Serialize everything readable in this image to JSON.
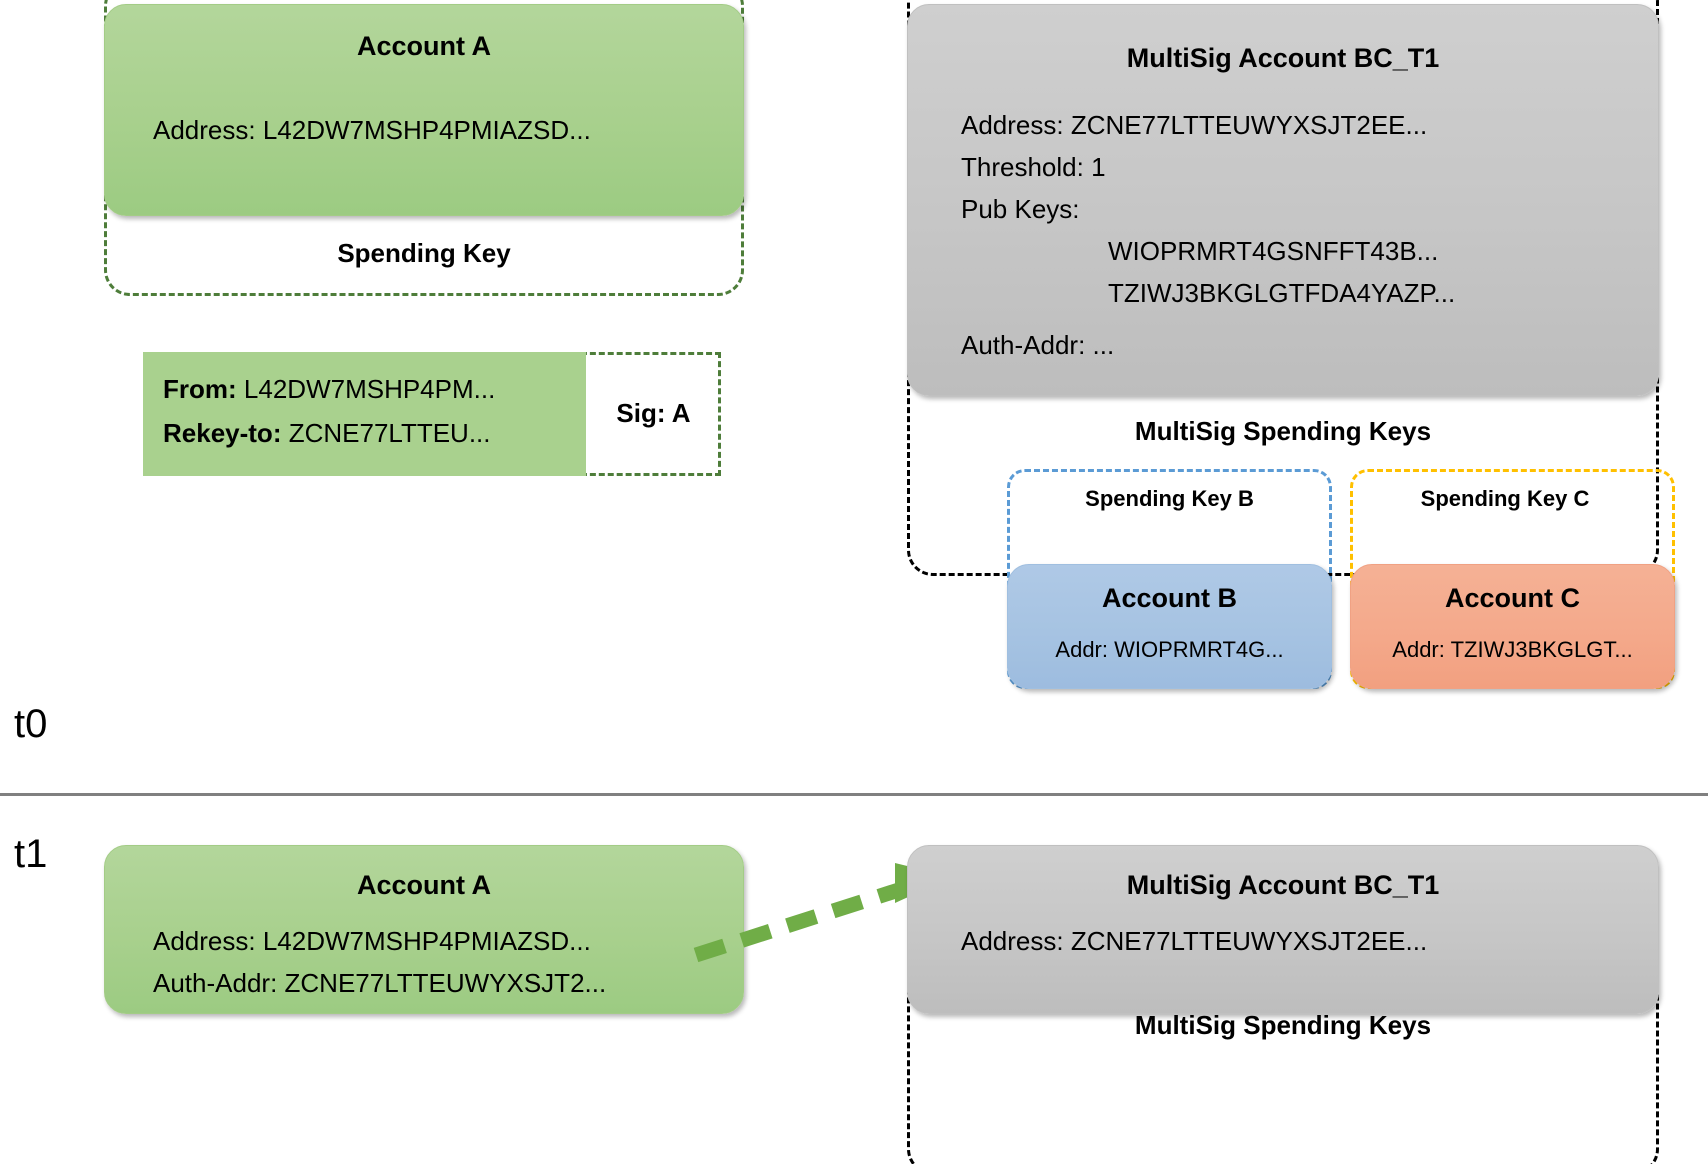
{
  "timeline": {
    "t0_label": "t0",
    "t1_label": "t1"
  },
  "t0": {
    "account_a": {
      "title": "Account A",
      "address_line": "Address: L42DW7MSHP4PMIAZSD...",
      "spending_key_label": "Spending Key"
    },
    "transaction": {
      "from_label": "From:",
      "from_value": "L42DW7MSHP4PM...",
      "rekey_label": "Rekey-to:",
      "rekey_value": "ZCNE77LTTEU...",
      "sig_label": "Sig: A"
    },
    "multisig": {
      "title": "MultiSig Account BC_T1",
      "address_line": "Address: ZCNE77LTTEUWYXSJT2EE...",
      "threshold_line": "Threshold: 1",
      "pubkeys_label": "Pub Keys:",
      "pubkeys": [
        "WIOPRMRT4GSNFFT43B...",
        "TZIWJ3BKGLGTFDA4YAZP..."
      ],
      "auth_addr_line": "Auth-Addr: ...",
      "spending_keys_label": "MultiSig Spending Keys",
      "key_b_label": "Spending Key B",
      "key_c_label": "Spending Key C",
      "account_b": {
        "title": "Account B",
        "address_line": "Addr: WIOPRMRT4G..."
      },
      "account_c": {
        "title": "Account C",
        "address_line": "Addr: TZIWJ3BKGLGT..."
      }
    }
  },
  "t1": {
    "account_a": {
      "title": "Account A",
      "address_line": "Address: L42DW7MSHP4PMIAZSD...",
      "auth_addr_line": "Auth-Addr: ZCNE77LTTEUWYXSJT2..."
    },
    "multisig": {
      "title": "MultiSig Account BC_T1",
      "address_line": "Address: ZCNE77LTTEUWYXSJT2EE...",
      "spending_keys_label": "MultiSig Spending Keys"
    }
  },
  "colors": {
    "green_fill": "#a8d08d",
    "green_dash": "#4e7d3a",
    "gray_fill": "#c6c6c6",
    "blue_fill": "#a6c3e2",
    "blue_dash": "#5b9bd5",
    "orange_fill": "#f4a98b",
    "yellow_dash": "#ffc000",
    "black_dash": "#000000",
    "divider": "#808080",
    "arrow_green": "#70ad47"
  },
  "icons": {
    "rekey_arrow": "rekey-arrow-icon"
  }
}
